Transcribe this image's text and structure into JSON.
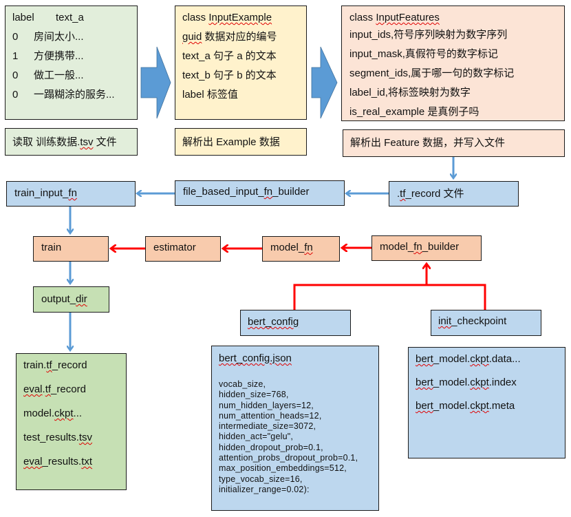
{
  "colors": {
    "blue_arrow": "#5b9bd5",
    "red_arrow": "#ff0000",
    "green_box": "#e2eedb",
    "green_box_dark": "#c6e0b4",
    "yellow_box": "#fff2cc",
    "peach_box": "#fce4d6",
    "orange_box": "#f8cbad",
    "blue_box": "#bdd7ee"
  },
  "raw_data": {
    "header_label": "label",
    "header_text": "text_a",
    "rows": [
      {
        "label": "0",
        "text": "房间太小..."
      },
      {
        "label": "1",
        "text": "方便携带..."
      },
      {
        "label": "0",
        "text": "做工一般..."
      },
      {
        "label": "0",
        "text": "一蹋糊涂的服务..."
      }
    ],
    "caption_prefix": "读取  训练数据.",
    "caption_ext": "tsv",
    "caption_suffix": " 文件"
  },
  "input_example": {
    "title_prefix": "class ",
    "title_name": "InputExample",
    "fields": [
      {
        "name": "guid",
        "desc": " 数据对应的编号",
        "squiggle": true
      },
      {
        "name": "text_a",
        "desc": "  句子 a 的文本",
        "squiggle": false
      },
      {
        "name": "text_b",
        "desc": "  句子 b 的文本",
        "squiggle": false
      },
      {
        "name": "label",
        "desc": "  标签值",
        "squiggle": false
      }
    ],
    "caption": "解析出  Example 数据"
  },
  "input_features": {
    "title_prefix": "class ",
    "title_name": "InputFeatures",
    "fields": [
      "input_ids,符号序列映射为数字序列",
      "input_mask,真假符号的数字标记",
      "segment_ids,属于哪一句的数字标记",
      "label_id,将标签映射为数字",
      "is_real_example  是真例子吗"
    ],
    "caption": "解析出  Feature 数据，并写入文件"
  },
  "nodes": {
    "train_input_fn": {
      "prefix": "train_input_",
      "sq": "fn",
      "suffix": ""
    },
    "file_based_input_fn_builder": {
      "prefix": "file_based_input_",
      "sq": "fn",
      "suffix": "_builder"
    },
    "tf_record": {
      "prefix": ".",
      "sq": "tf",
      "suffix": "_record 文件"
    },
    "train": "train",
    "estimator": "estimator",
    "model_fn": {
      "prefix": "model_",
      "sq": "fn",
      "suffix": ""
    },
    "model_fn_builder": {
      "prefix": "model_",
      "sq": "fn",
      "suffix": "_builder"
    },
    "output_dir": {
      "prefix": "output_",
      "sq": "dir",
      "suffix": ""
    },
    "bert_config": "bert_config",
    "init_checkpoint": {
      "prefix": "",
      "sq": "init",
      "suffix": "_checkpoint"
    }
  },
  "output_files": [
    {
      "parts": [
        "train.",
        "tf",
        "_record"
      ],
      "sq": [
        1
      ]
    },
    {
      "parts": [
        "eval",
        ".",
        "tf",
        "_record"
      ],
      "sq": [
        0,
        2
      ]
    },
    {
      "parts": [
        "model.",
        "ckpt",
        "..."
      ],
      "sq": [
        1
      ]
    },
    {
      "parts": [
        "test_results.",
        "tsv",
        ""
      ],
      "sq": [
        1
      ]
    },
    {
      "parts": [
        "eval",
        "_results.",
        "txt"
      ],
      "sq": [
        0,
        2
      ]
    }
  ],
  "bert_config_json": {
    "title": "bert_config.json",
    "lines": [
      "vocab_size,",
      "hidden_size=768,",
      "num_hidden_layers=12,",
      "num_attention_heads=12,",
      "intermediate_size=3072,",
      "hidden_act=\"gelu\",",
      "hidden_dropout_prob=0.1,",
      "attention_probs_dropout_prob=0.1,",
      "max_position_embeddings=512,",
      "type_vocab_size=16,",
      "initializer_range=0.02):"
    ]
  },
  "checkpoint_files": [
    {
      "parts": [
        "bert",
        "_model.",
        "ckpt",
        ".data..."
      ]
    },
    {
      "parts": [
        "bert",
        "_model.",
        "ckpt",
        ".index"
      ]
    },
    {
      "parts": [
        "bert",
        "_model.",
        "ckpt",
        ".meta"
      ]
    }
  ]
}
